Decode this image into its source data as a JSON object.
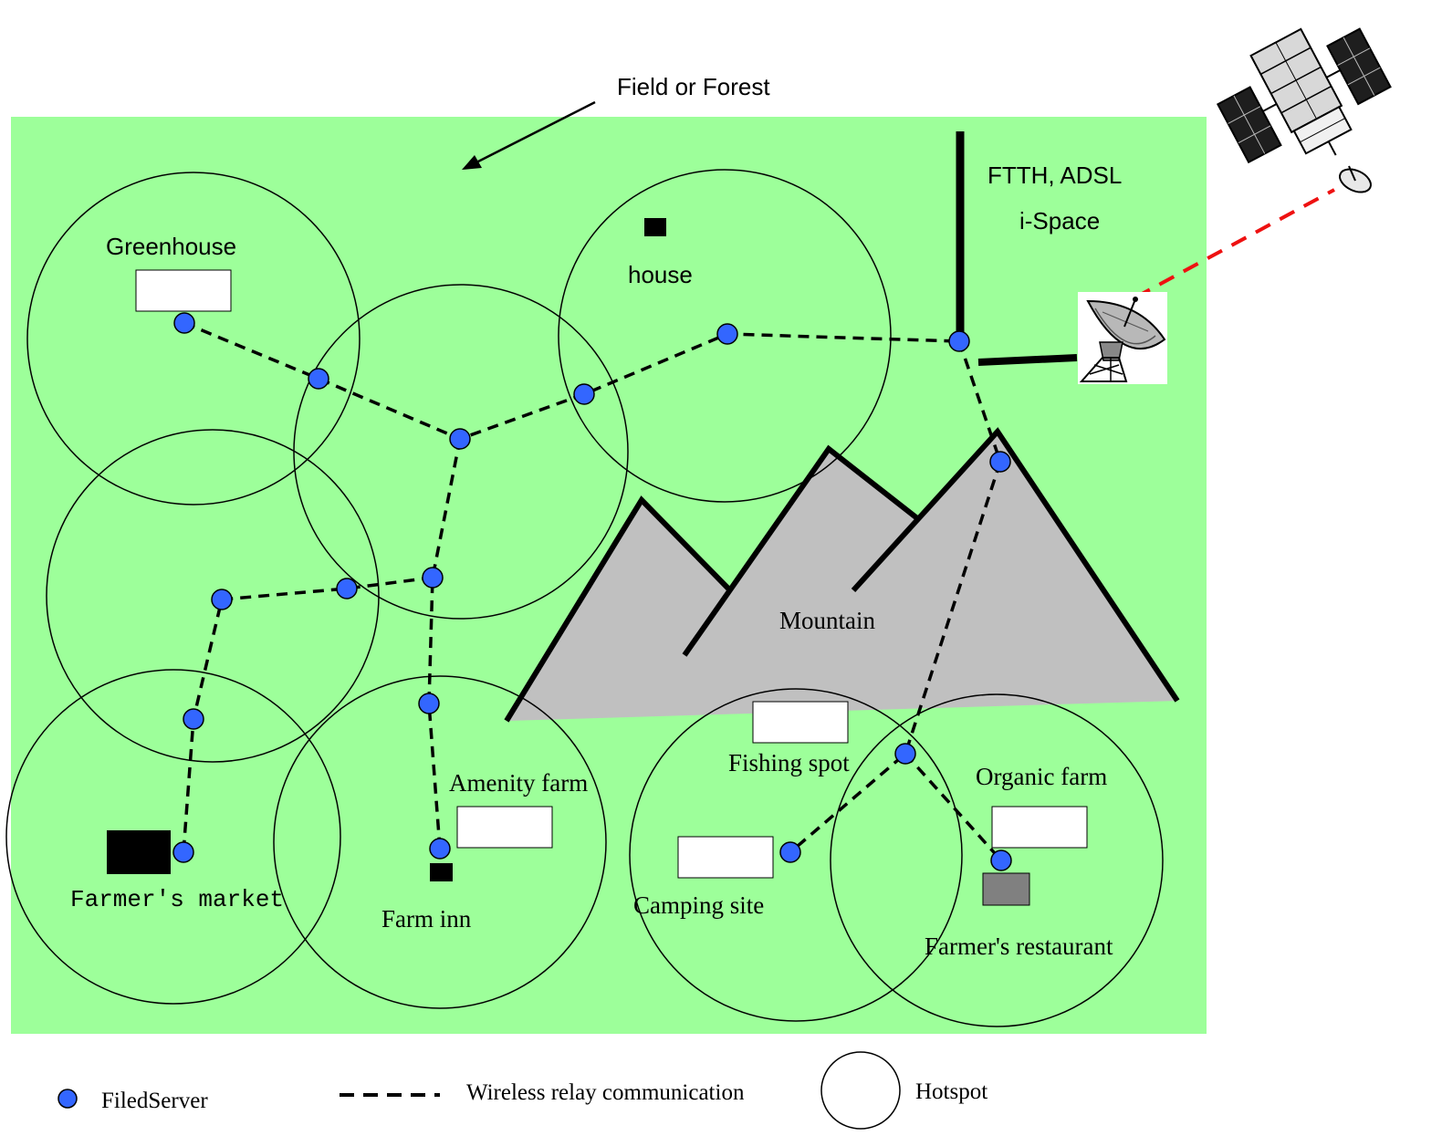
{
  "colors": {
    "field": "#9dff9a",
    "mountain": "#c0c0c0",
    "node": "#3366ff",
    "link": "#000000",
    "satellite_link": "#ee1111",
    "restaurant": "#808080"
  },
  "labels": {
    "field_or_forest": "Field or Forest",
    "ftth_adsl": "FTTH, ADSL",
    "i_space": "i-Space",
    "greenhouse": "Greenhouse",
    "house": "house",
    "mountain": "Mountain",
    "fishing_spot": "Fishing spot",
    "amenity_farm": "Amenity farm",
    "organic_farm": "Organic farm",
    "farmers_market": "Farmer's market",
    "farm_inn": "Farm inn",
    "camping_site": "Camping site",
    "farmers_restaurant": "Farmer's restaurant"
  },
  "legend": {
    "node": "FiledServer",
    "link": "Wireless relay communication",
    "hotspot": "Hotspot"
  },
  "icons": {
    "satellite": "satellite-icon",
    "dish": "satellite-dish-icon",
    "node": "field-server-node-icon"
  }
}
